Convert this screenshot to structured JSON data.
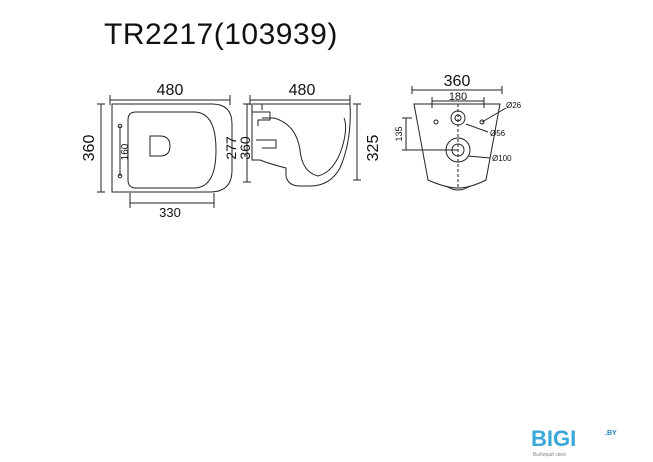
{
  "title": "TR2217(103939)",
  "colors": {
    "line": "#222222",
    "logo_blue": "#3aa7d9",
    "logo_dark": "#1f7fb8",
    "text": "#111111"
  },
  "top_view": {
    "width_label": "480",
    "height_label": "360",
    "inner_height_label": "160",
    "bottom_label": "330"
  },
  "side_view": {
    "width_label": "480",
    "left_height_label": "277",
    "left_height_label_2": "360",
    "right_height_label": "325"
  },
  "back_view": {
    "width_label": "360",
    "bolt_spacing_label": "180",
    "height_label": "135",
    "hole_small_label": "Ø26",
    "hole_medium_label": "Ø56",
    "hole_large_label": "Ø100"
  },
  "logo": {
    "text": "BIGI",
    "suffix": ".BY",
    "tagline": "Выбирай своё"
  }
}
